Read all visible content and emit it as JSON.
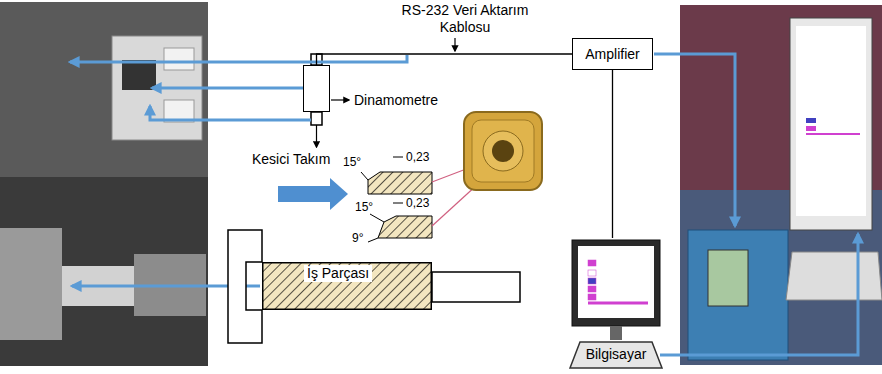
{
  "diagram": {
    "nodes": [
      {
        "text": [
          "Dinamometre"
        ]
      },
      {
        "text": [
          "Amplifier"
        ]
      },
      {
        "text": [
          "İş Parçası"
        ]
      },
      {
        "text": [
          "Bilgisayar"
        ]
      }
    ],
    "edges": [
      {
        "from": 0,
        "to": 1,
        "arrow": "none"
      },
      {
        "from": 1,
        "to": 3,
        "arrow": "none"
      }
    ],
    "labels": [
      "RS-232 Veri Aktarım Kablosu",
      "Kesici Takım",
      "15°",
      "0,23",
      "15°",
      "0,23",
      "9°"
    ]
  }
}
